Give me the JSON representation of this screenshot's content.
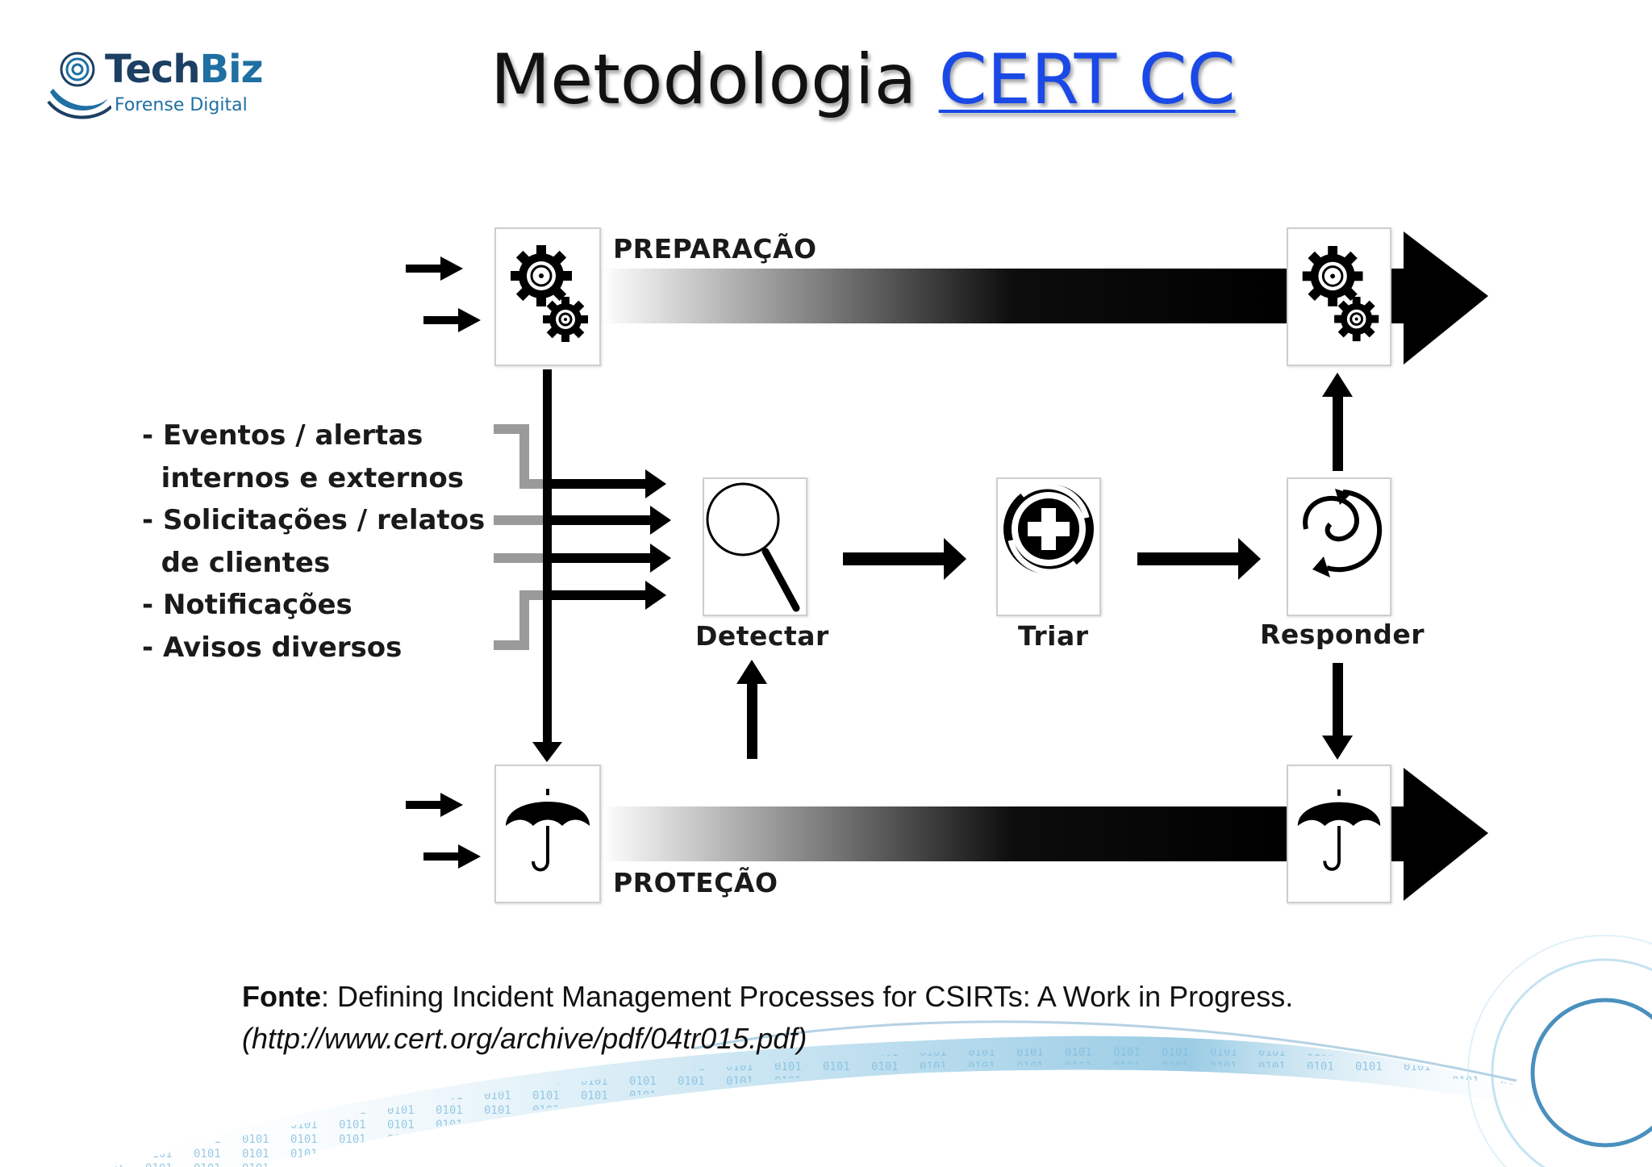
{
  "logo": {
    "word_part1": "Tech",
    "word_part2": "Biz",
    "subtitle": "Forense Digital"
  },
  "title": {
    "plain": "Metodologia",
    "link": "CERT CC"
  },
  "diagram": {
    "preparation_label": "PREPARAÇÃO",
    "protection_label": "PROTEÇÃO",
    "steps": [
      {
        "id": "detect",
        "label": "Detectar",
        "icon": "magnifier-icon"
      },
      {
        "id": "triage",
        "label": "Triar",
        "icon": "cross-cycle-icon"
      },
      {
        "id": "respond",
        "label": "Responder",
        "icon": "spiral-cycle-icon"
      }
    ],
    "inputs": [
      "- Eventos / alertas",
      "  internos e externos",
      "- Solicitações / relatos",
      "  de clientes",
      "- Notificações",
      "- Avisos diversos"
    ],
    "icons": {
      "preparation": "gears-icon",
      "protection": "umbrella-icon"
    }
  },
  "source": {
    "label": "Fonte",
    "text": ": Defining Incident Management Processes for CSIRTs: A Work in Progress.",
    "url": "(http://www.cert.org/archive/pdf/04tr015.pdf)"
  },
  "colors": {
    "title_link": "#1a49e6",
    "logo_dark": "#1c3f63",
    "logo_light": "#1f6fa3",
    "decor_blue": "#4aa3cf"
  }
}
